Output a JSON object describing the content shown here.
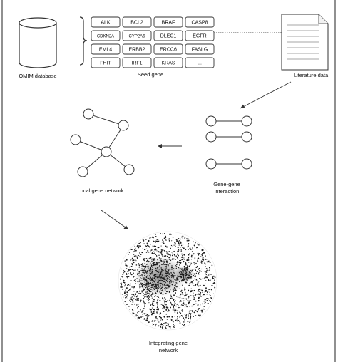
{
  "labels": {
    "omim": "OMIM database",
    "seed_gene": "Seed gene",
    "literature": "Literature data",
    "local_network": "Local gene network",
    "interaction_line1": "Gene-gene",
    "interaction_line2": "interaction",
    "integrating_line1": "Integrating gene",
    "integrating_line2": "network"
  },
  "seed_genes": [
    [
      "ALK",
      "BCL2",
      "BRAF",
      "CASP8"
    ],
    [
      "CDKN2A",
      "CYP2A6",
      "DLEC1",
      "EGFR"
    ],
    [
      "EML4",
      "ERBB2",
      "ERCC6",
      "FASLG"
    ],
    [
      "FHIT",
      "IRF1",
      "KRAS",
      "..."
    ]
  ],
  "colors": {
    "line": "#333333",
    "node_fill": "#ffffff",
    "dot": "#1a1a1a"
  }
}
